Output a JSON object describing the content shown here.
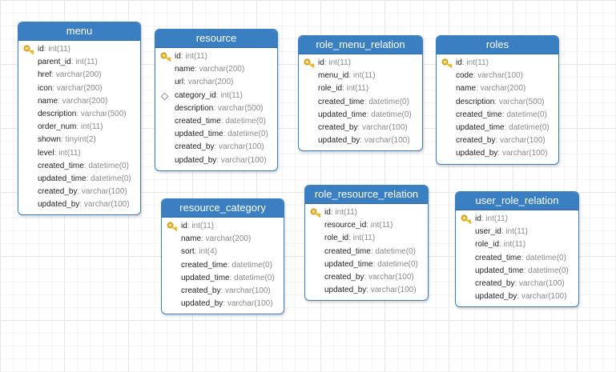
{
  "colors": {
    "header_bg": "#3a7fc2",
    "border": "#3a7fc2",
    "key_icon": "#e8b82a"
  },
  "entities": [
    {
      "name": "menu",
      "fields": [
        {
          "name": "id",
          "type": "int(11)",
          "icon": "key"
        },
        {
          "name": "parent_id",
          "type": "int(11)"
        },
        {
          "name": "href",
          "type": "varchar(200)"
        },
        {
          "name": "icon",
          "type": "varchar(200)"
        },
        {
          "name": "name",
          "type": "varchar(200)"
        },
        {
          "name": "description",
          "type": "varchar(500)"
        },
        {
          "name": "order_num",
          "type": "int(11)"
        },
        {
          "name": "shown",
          "type": "tinyint(2)"
        },
        {
          "name": "level",
          "type": "int(11)"
        },
        {
          "name": "created_time",
          "type": "datetime(0)"
        },
        {
          "name": "updated_time",
          "type": "datetime(0)"
        },
        {
          "name": "created_by",
          "type": "varchar(100)"
        },
        {
          "name": "updated_by",
          "type": "varchar(100)"
        }
      ]
    },
    {
      "name": "resource",
      "fields": [
        {
          "name": "id",
          "type": "int(11)",
          "icon": "key"
        },
        {
          "name": "name",
          "type": "varchar(200)"
        },
        {
          "name": "url",
          "type": "varchar(200)"
        },
        {
          "name": "category_id",
          "type": "int(11)",
          "icon": "diamond"
        },
        {
          "name": "description",
          "type": "varchar(500)"
        },
        {
          "name": "created_time",
          "type": "datetime(0)"
        },
        {
          "name": "updated_time",
          "type": "datetime(0)"
        },
        {
          "name": "created_by",
          "type": "varchar(100)"
        },
        {
          "name": "updated_by",
          "type": "varchar(100)"
        }
      ]
    },
    {
      "name": "role_menu_relation",
      "fields": [
        {
          "name": "id",
          "type": "int(11)",
          "icon": "key"
        },
        {
          "name": "menu_id",
          "type": "int(11)"
        },
        {
          "name": "role_id",
          "type": "int(11)"
        },
        {
          "name": "created_time",
          "type": "datetime(0)"
        },
        {
          "name": "updated_time",
          "type": "datetime(0)"
        },
        {
          "name": "created_by",
          "type": "varchar(100)"
        },
        {
          "name": "updated_by",
          "type": "varchar(100)"
        }
      ]
    },
    {
      "name": "roles",
      "fields": [
        {
          "name": "id",
          "type": "int(11)",
          "icon": "key"
        },
        {
          "name": "code",
          "type": "varchar(100)"
        },
        {
          "name": "name",
          "type": "varchar(200)"
        },
        {
          "name": "description",
          "type": "varchar(500)"
        },
        {
          "name": "created_time",
          "type": "datetime(0)"
        },
        {
          "name": "updated_time",
          "type": "datetime(0)"
        },
        {
          "name": "created_by",
          "type": "varchar(100)"
        },
        {
          "name": "updated_by",
          "type": "varchar(100)"
        }
      ]
    },
    {
      "name": "resource_category",
      "fields": [
        {
          "name": "id",
          "type": "int(11)",
          "icon": "key"
        },
        {
          "name": "name",
          "type": "varchar(200)"
        },
        {
          "name": "sort",
          "type": "int(4)"
        },
        {
          "name": "created_time",
          "type": "datetime(0)"
        },
        {
          "name": "updated_time",
          "type": "datetime(0)"
        },
        {
          "name": "created_by",
          "type": "varchar(100)"
        },
        {
          "name": "updated_by",
          "type": "varchar(100)"
        }
      ]
    },
    {
      "name": "role_resource_relation",
      "fields": [
        {
          "name": "id",
          "type": "int(11)",
          "icon": "key"
        },
        {
          "name": "resource_id",
          "type": "int(11)"
        },
        {
          "name": "role_id",
          "type": "int(11)"
        },
        {
          "name": "created_time",
          "type": "datetime(0)"
        },
        {
          "name": "updated_time",
          "type": "datetime(0)"
        },
        {
          "name": "created_by",
          "type": "varchar(100)"
        },
        {
          "name": "updated_by",
          "type": "varchar(100)"
        }
      ]
    },
    {
      "name": "user_role_relation",
      "fields": [
        {
          "name": "id",
          "type": "int(11)",
          "icon": "key"
        },
        {
          "name": "user_id",
          "type": "int(11)"
        },
        {
          "name": "role_id",
          "type": "int(11)"
        },
        {
          "name": "created_time",
          "type": "datetime(0)"
        },
        {
          "name": "updated_time",
          "type": "datetime(0)"
        },
        {
          "name": "created_by",
          "type": "varchar(100)"
        },
        {
          "name": "updated_by",
          "type": "varchar(100)"
        }
      ]
    }
  ]
}
